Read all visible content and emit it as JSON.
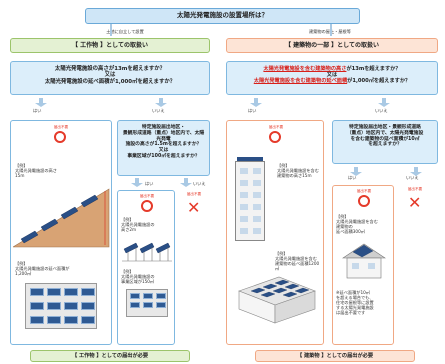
{
  "header": {
    "title": "太陽光発電施設の設置場所は？",
    "left_caption": "土地に自立して設置",
    "right_caption": "建築物の屋上・屋根等"
  },
  "left": {
    "heading": "【 工作物 】としての取扱い",
    "question_line1": "太陽光発電施設の高さが13mを超えますか？",
    "question_line2": "又は",
    "question_line3": "太陽光発電施設の延べ面積が1,000㎡を超えますか？",
    "no_label": "はい",
    "yes_label": "いいえ",
    "result_a": {
      "badge": "届出不要",
      "ex1_tag": "【例】",
      "ex1_line1": "太陽光発電施設の高さ",
      "ex1_line2": "15m",
      "ex2_tag": "【例】",
      "ex2_line1": "太陽光発電施設の延べ面積が",
      "ex2_line2": "1,200㎡"
    },
    "q2_line1": "特定施設届出地区・",
    "q2_line2": "景観形成道路（重点）地区内で、太陽光発電",
    "q2_line3": "施設の高さが1.5mを超えますか？",
    "q2_line4": "又は",
    "q2_line5": "事業区域が100㎡を超えますか？",
    "q2_yes": "はい",
    "q2_no": "いいえ",
    "result_b": {
      "badge": "届出不要",
      "ex1_tag": "【例】",
      "ex1_line1": "太陽光発電施設の",
      "ex1_line2": "高さ2m",
      "ex2_tag": "【例】",
      "ex2_line1": "太陽光発電施設の",
      "ex2_line2": "事業区域が150㎡"
    },
    "result_c_badge": "届出不要",
    "footer": "【 工作物 】としての届出が必要"
  },
  "right": {
    "heading": "【 建築物の一部 】としての取扱い",
    "question_line1": "太陽光発電施設を含む建築物の高さ",
    "question_line1b": "が13mを超えますか？",
    "question_line2": "又は",
    "question_line3": "太陽光発電施設を含む建築物の延べ面積",
    "question_line3b": "が1,000㎡を超えますか？",
    "no_label": "はい",
    "yes_label": "いいえ",
    "result_a": {
      "badge": "届出不要",
      "ex1_tag": "【例】",
      "ex1_line1": "太陽光発電施設を含む",
      "ex1_line2": "建築物の高さ15m",
      "ex2_tag": "【例】",
      "ex2_line1": "太陽光発電施設を含む",
      "ex2_line2": "建築物の延べ面積1200㎡"
    },
    "q2_line1": "特定施設届出地区・景観形成道路",
    "q2_line2": "（重点）地区内で、太陽光発電施設",
    "q2_line3": "を含む建築物の延べ面積が10㎡",
    "q2_line4": "を超えますか？",
    "q2_yes": "はい",
    "q2_no": "いいえ",
    "result_b": {
      "badge": "届出不要",
      "ex1_tag": "【例】",
      "ex1_line1": "太陽光発電施設を含む",
      "ex1_line2": "建築物の",
      "ex1_line3": "延べ面積300㎡",
      "note1": "※延べ面積が10㎡",
      "note2": "を超える場合でも、",
      "note3": "住宅の屋根等に設置",
      "note4": "する太陽光発電施設",
      "note5": "は届出不要です"
    },
    "result_c_badge": "届出不要",
    "footer": "【 建築物 】としての届出が必要"
  }
}
